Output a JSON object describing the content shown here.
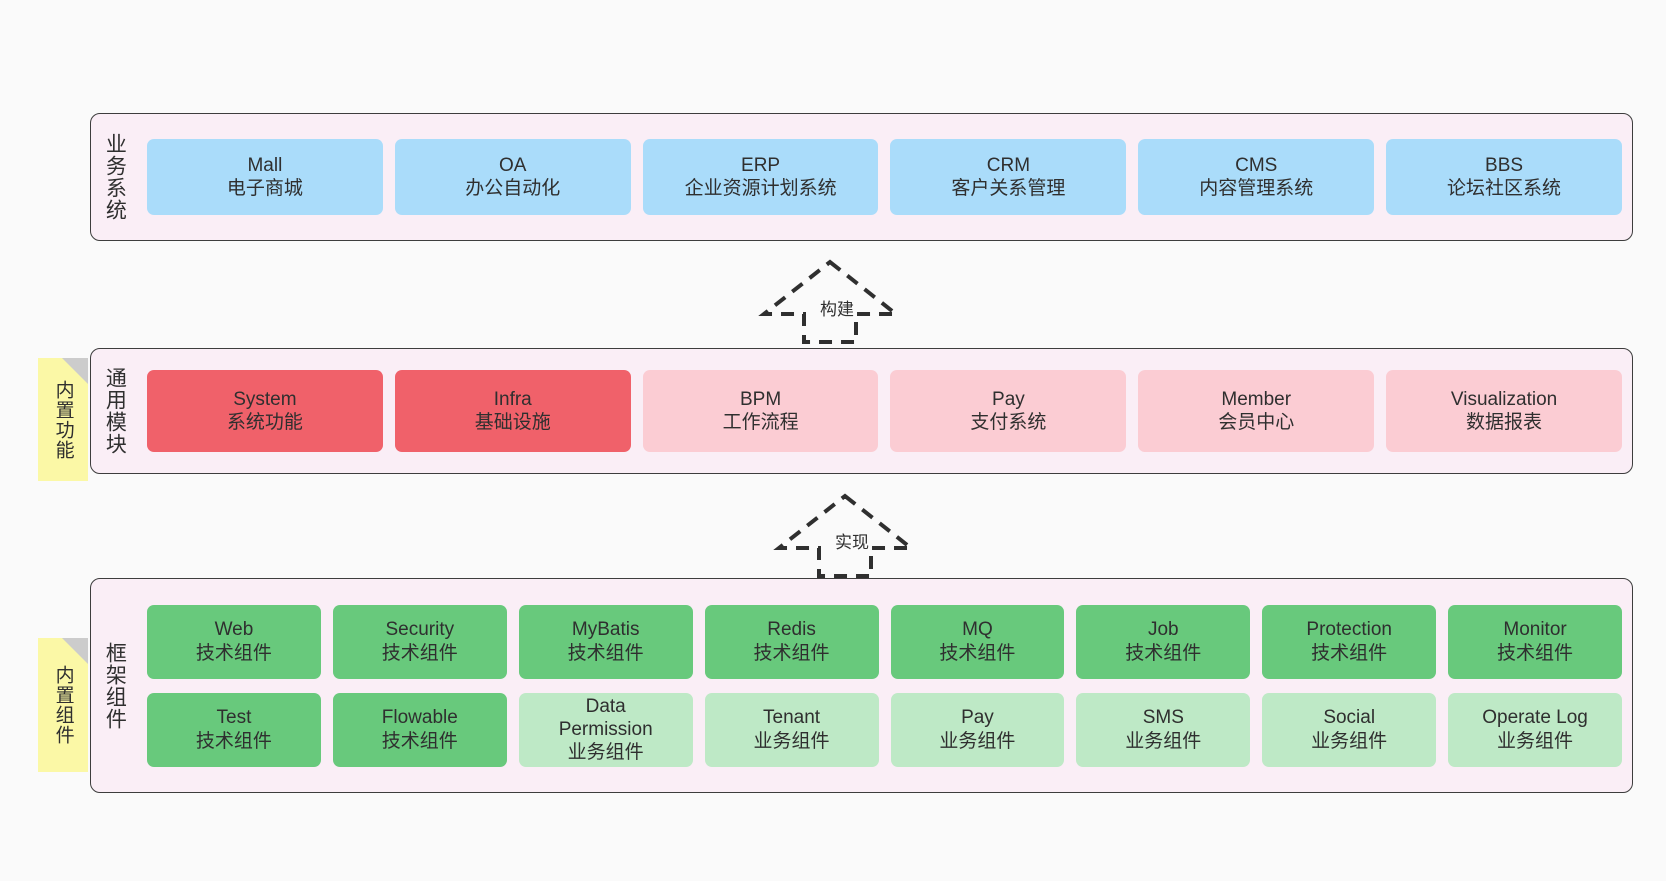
{
  "diagram": {
    "background_color": "#fafafa",
    "layer_fill": "#faeef6",
    "layer_border": "#3d3d3d",
    "sticky_color": "#fbf8a6",
    "colors": {
      "business": "#aadcfa",
      "module_strong": "#f0616a",
      "module_light": "#fbccd3",
      "component_strong": "#68c97c",
      "component_light": "#bee9c6"
    }
  },
  "layers": {
    "business": {
      "title": "业务系统",
      "nodes": [
        {
          "en": "Mall",
          "cn": "电子商城"
        },
        {
          "en": "OA",
          "cn": "办公自动化"
        },
        {
          "en": "ERP",
          "cn": "企业资源计划系统"
        },
        {
          "en": "CRM",
          "cn": "客户关系管理"
        },
        {
          "en": "CMS",
          "cn": "内容管理系统"
        },
        {
          "en": "BBS",
          "cn": "论坛社区系统"
        }
      ]
    },
    "modules": {
      "title": "通用模块",
      "sticky": "内置功能",
      "nodes": [
        {
          "en": "System",
          "cn": "系统功能",
          "style": "strong"
        },
        {
          "en": "Infra",
          "cn": "基础设施",
          "style": "strong"
        },
        {
          "en": "BPM",
          "cn": "工作流程",
          "style": "light"
        },
        {
          "en": "Pay",
          "cn": "支付系统",
          "style": "light"
        },
        {
          "en": "Member",
          "cn": "会员中心",
          "style": "light"
        },
        {
          "en": "Visualization",
          "cn": "数据报表",
          "style": "light"
        }
      ]
    },
    "components": {
      "title": "框架组件",
      "sticky": "内置组件",
      "row1": [
        {
          "en": "Web",
          "cn": "技术组件",
          "style": "strong"
        },
        {
          "en": "Security",
          "cn": "技术组件",
          "style": "strong"
        },
        {
          "en": "MyBatis",
          "cn": "技术组件",
          "style": "strong"
        },
        {
          "en": "Redis",
          "cn": "技术组件",
          "style": "strong"
        },
        {
          "en": "MQ",
          "cn": "技术组件",
          "style": "strong"
        },
        {
          "en": "Job",
          "cn": "技术组件",
          "style": "strong"
        },
        {
          "en": "Protection",
          "cn": "技术组件",
          "style": "strong"
        },
        {
          "en": "Monitor",
          "cn": "技术组件",
          "style": "strong"
        }
      ],
      "row2": [
        {
          "en": "Test",
          "cn": "技术组件",
          "style": "strong"
        },
        {
          "en": "Flowable",
          "cn": "技术组件",
          "style": "strong"
        },
        {
          "en": "Data Permission",
          "cn": "业务组件",
          "style": "light"
        },
        {
          "en": "Tenant",
          "cn": "业务组件",
          "style": "light"
        },
        {
          "en": "Pay",
          "cn": "业务组件",
          "style": "light"
        },
        {
          "en": "SMS",
          "cn": "业务组件",
          "style": "light"
        },
        {
          "en": "Social",
          "cn": "业务组件",
          "style": "light"
        },
        {
          "en": "Operate Log",
          "cn": "业务组件",
          "style": "light"
        }
      ]
    }
  },
  "connectors": [
    {
      "label": "构建",
      "from": "modules",
      "to": "business"
    },
    {
      "label": "实现",
      "from": "components",
      "to": "modules"
    }
  ]
}
